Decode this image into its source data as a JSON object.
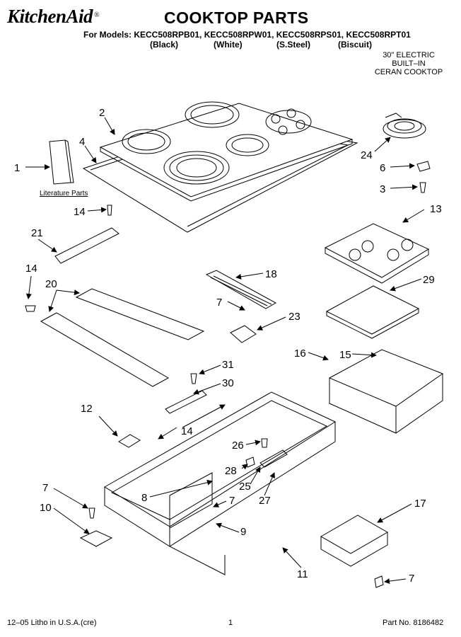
{
  "header": {
    "brand": "KitchenAid",
    "brand_mark": "®",
    "title": "COOKTOP PARTS",
    "models_line": "For Models: KECC508RPB01, KECC508RPW01, KECC508RPS01, KECC508RPT01",
    "variants": [
      "(Black)",
      "(White)",
      "(S.Steel)",
      "(Biscuit)"
    ],
    "product_type": [
      "30\" ELECTRIC",
      "BUILT–IN",
      "CERAN COOKTOP"
    ]
  },
  "callouts": [
    "1",
    "2",
    "4",
    "24",
    "6",
    "3",
    "14",
    "21",
    "13",
    "18",
    "14",
    "20",
    "29",
    "7",
    "23",
    "16",
    "15",
    "31",
    "30",
    "12",
    "14",
    "26",
    "28",
    "25",
    "27",
    "7",
    "8",
    "7",
    "10",
    "9",
    "17",
    "11",
    "7"
  ],
  "literature_label": "Literature Parts",
  "footer": {
    "left": "12–05 Litho in U.S.A.(cre)",
    "center": "1",
    "right": "Part No. 8186482"
  }
}
